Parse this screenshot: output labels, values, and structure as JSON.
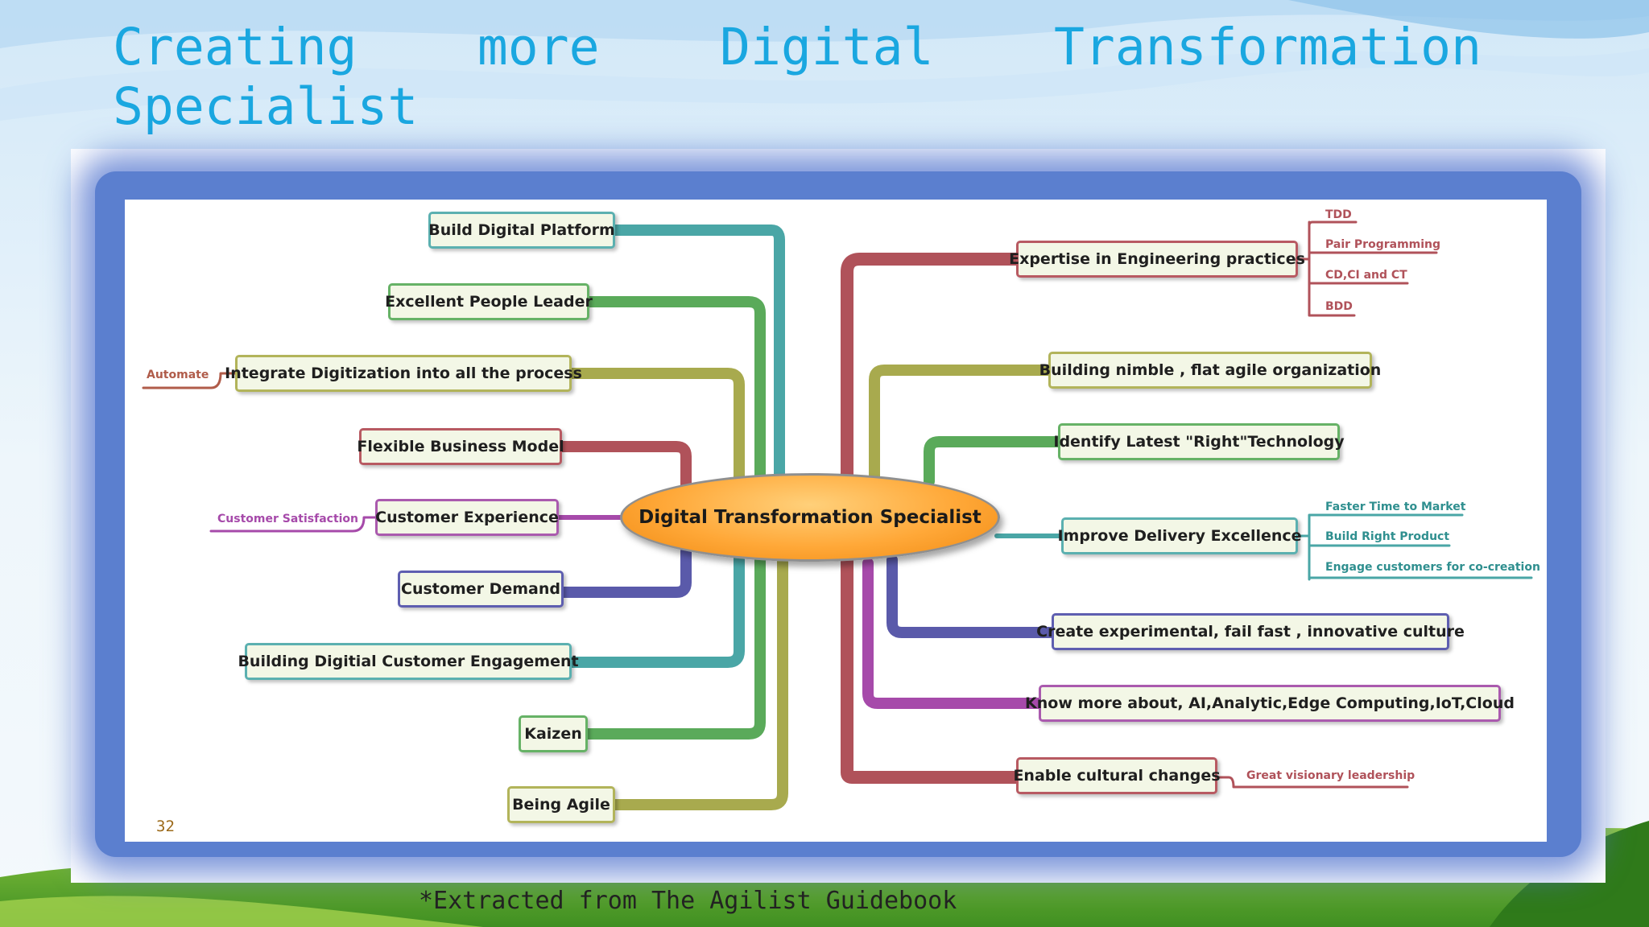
{
  "slide": {
    "title": "Creating more Digital Transformation Specialist",
    "page_number": "32",
    "footer": "*Extracted from The Agilist Guidebook"
  },
  "mindmap": {
    "center": "Digital Transformation Specialist",
    "left_branches": [
      {
        "label": "Build Digital Platform",
        "color": "#4aa6a6"
      },
      {
        "label": "Excellent People Leader",
        "color": "#5aaa5a"
      },
      {
        "label": "Integrate Digitization into all the process",
        "color": "#a8aa4e",
        "sub": [
          "Automate"
        ],
        "sub_color": "#b05c4a"
      },
      {
        "label": "Flexible Business Model",
        "color": "#b0525a"
      },
      {
        "label": "Customer Experience",
        "color": "#a64aaa",
        "sub": [
          "Customer Satisfaction"
        ],
        "sub_color": "#a64aaa"
      },
      {
        "label": "Customer Demand",
        "color": "#5a5aaa"
      },
      {
        "label": "Building Digitial Customer Engagement",
        "color": "#4aa6a6"
      },
      {
        "label": "Kaizen",
        "color": "#5aaa5a"
      },
      {
        "label": "Being Agile",
        "color": "#a8aa4e"
      }
    ],
    "right_branches": [
      {
        "label": "Expertise in Engineering practices",
        "color": "#b0525a",
        "sub": [
          "TDD",
          "Pair Programming",
          "CD,CI and CT",
          "BDD"
        ],
        "sub_color": "#b0525a"
      },
      {
        "label": "Building nimble , flat agile organization",
        "color": "#a8aa4e"
      },
      {
        "label": "Identify Latest \"Right\"Technology",
        "color": "#5aaa5a"
      },
      {
        "label": "Improve Delivery Excellence",
        "color": "#4aa6a6",
        "sub": [
          "Faster Time to Market",
          "Build Right Product",
          "Engage customers for co-creation"
        ],
        "sub_color": "#4aa6a6"
      },
      {
        "label": "Create experimental, fail fast , innovative culture",
        "color": "#5a5aaa"
      },
      {
        "label": "Know more about, AI,Analytic,Edge Computing,IoT,Cloud",
        "color": "#a64aaa"
      },
      {
        "label": "Enable cultural changes",
        "color": "#b0525a",
        "sub": [
          "Great visionary leadership"
        ],
        "sub_color": "#b0525a"
      }
    ]
  }
}
